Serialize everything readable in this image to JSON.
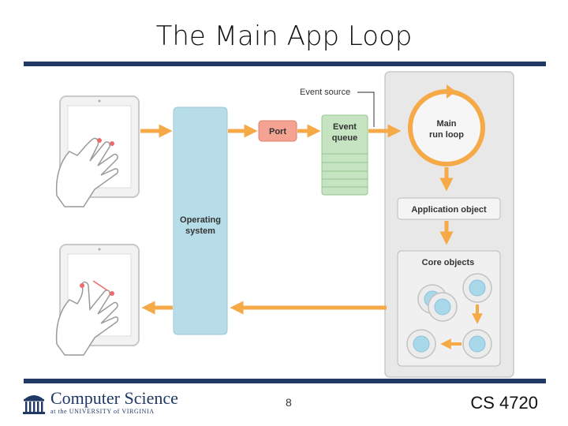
{
  "slide": {
    "title": "The Main App Loop",
    "page_number": "8",
    "course": "CS 4720"
  },
  "footer": {
    "logo_main": "Computer Science",
    "logo_sub": "at the UNIVERSITY of VIRGINIA"
  },
  "diagram": {
    "event_source_label": "Event source",
    "os_label_line1": "Operating",
    "os_label_line2": "system",
    "port_label": "Port",
    "event_queue_line1": "Event",
    "event_queue_line2": "queue",
    "main_loop_line1": "Main",
    "main_loop_line2": "run loop",
    "application_object_label": "Application object",
    "core_objects_label": "Core objects"
  },
  "colors": {
    "title_rule": "#1f3864",
    "arrow": "#f5a947",
    "os_box": "#b7dde8",
    "port_box": "#f4a393",
    "queue_box": "#c6e4c2",
    "panel": "#e6e6e6",
    "object_circle": "#a9d8ea"
  }
}
